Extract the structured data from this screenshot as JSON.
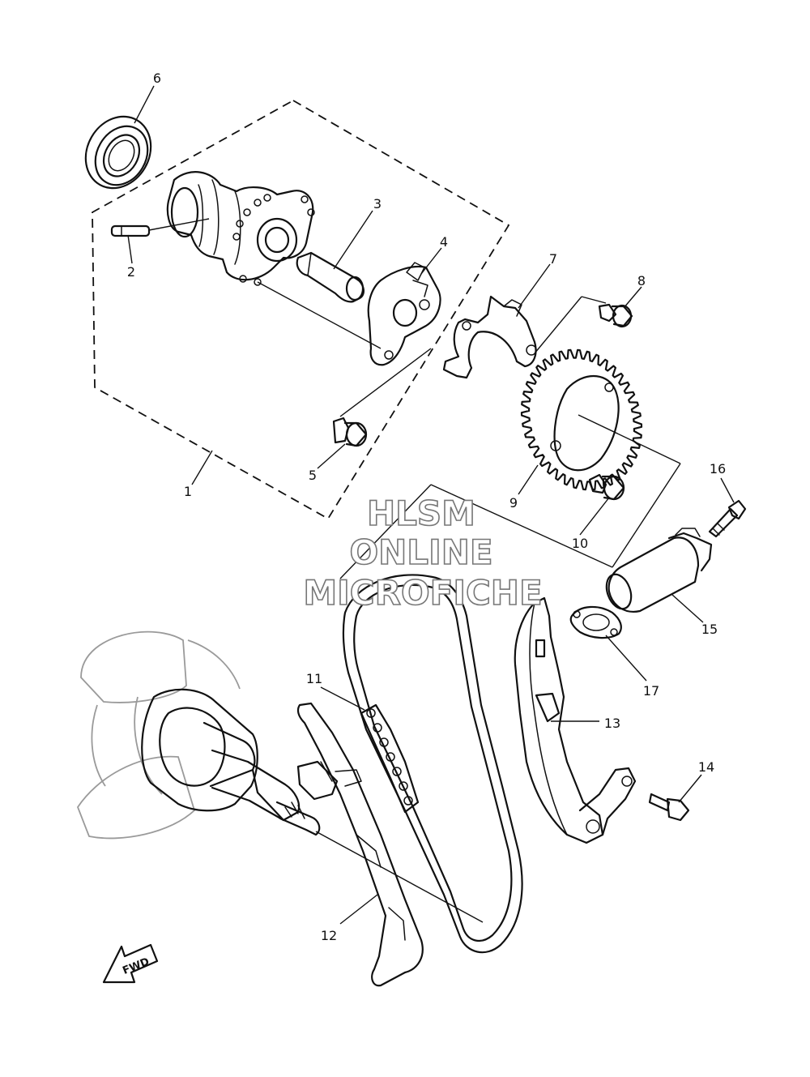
{
  "watermark": {
    "line1": "HLSM",
    "line2": "ONLINE",
    "line3": "MICROFICHE"
  },
  "direction_arrow": {
    "label": "FWD"
  },
  "callouts": [
    {
      "number": "1",
      "part": "camshaft assembly"
    },
    {
      "number": "2",
      "part": "pin"
    },
    {
      "number": "3",
      "part": "shaft"
    },
    {
      "number": "4",
      "part": "plate"
    },
    {
      "number": "5",
      "part": "bolt"
    },
    {
      "number": "6",
      "part": "bearing"
    },
    {
      "number": "7",
      "part": "plate"
    },
    {
      "number": "8",
      "part": "bolt"
    },
    {
      "number": "9",
      "part": "cam sprocket"
    },
    {
      "number": "10",
      "part": "bolt"
    },
    {
      "number": "11",
      "part": "cam chain"
    },
    {
      "number": "12",
      "part": "chain guide"
    },
    {
      "number": "13",
      "part": "chain tensioner guide"
    },
    {
      "number": "14",
      "part": "bolt"
    },
    {
      "number": "15",
      "part": "tensioner assembly"
    },
    {
      "number": "16",
      "part": "bolt"
    },
    {
      "number": "17",
      "part": "gasket"
    }
  ]
}
